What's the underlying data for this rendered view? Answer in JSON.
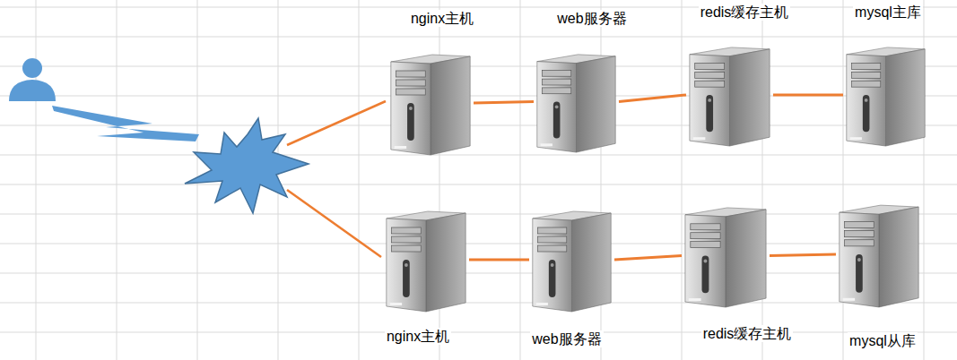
{
  "diagram": {
    "nodes": [
      {
        "text": [
          "nginx主机"
        ]
      },
      {
        "text": [
          "web服务器"
        ]
      },
      {
        "text": [
          "redis缓存主机"
        ]
      },
      {
        "text": [
          "mysql主库"
        ]
      },
      {
        "text": [
          "nginx主机"
        ]
      },
      {
        "text": [
          "web服务器"
        ]
      },
      {
        "text": [
          "redis缓存主机"
        ]
      },
      {
        "text": [
          "mysql从库"
        ]
      }
    ],
    "edges": [
      {
        "from": 0,
        "to": 1,
        "arrow": "none"
      },
      {
        "from": 1,
        "to": 2,
        "arrow": "none"
      },
      {
        "from": 2,
        "to": 3,
        "arrow": "none"
      },
      {
        "from": 4,
        "to": 5,
        "arrow": "none"
      },
      {
        "from": 5,
        "to": 6,
        "arrow": "none"
      },
      {
        "from": 6,
        "to": 7,
        "arrow": "none"
      }
    ]
  }
}
